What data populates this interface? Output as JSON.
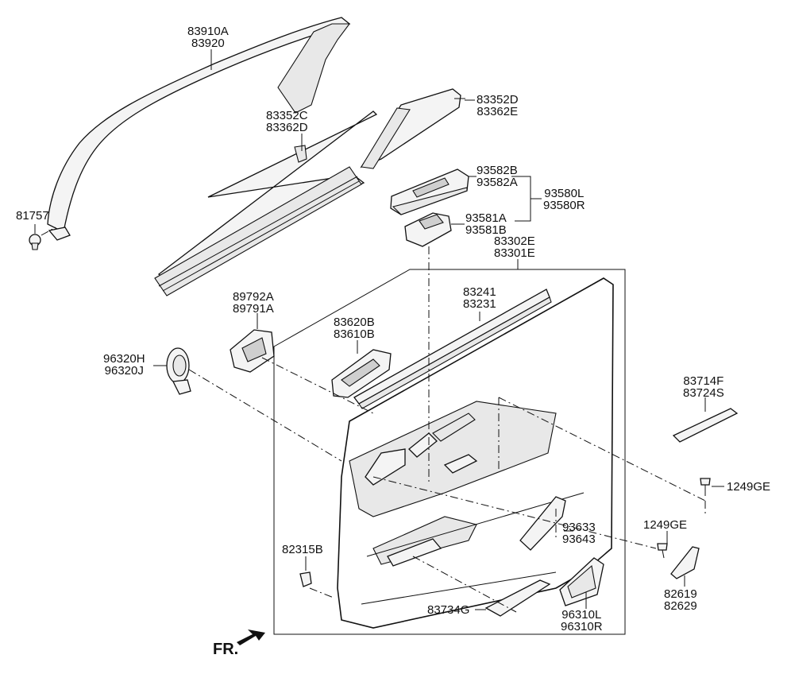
{
  "callouts": [
    {
      "id": "c1",
      "lines": [
        "83910A",
        "83920"
      ]
    },
    {
      "id": "c2",
      "lines": [
        "83352C",
        "83362D"
      ]
    },
    {
      "id": "c3",
      "lines": [
        "83352D",
        "83362E"
      ]
    },
    {
      "id": "c4",
      "lines": [
        "93582B",
        "93582A"
      ]
    },
    {
      "id": "c5",
      "lines": [
        "93580L",
        "93580R"
      ]
    },
    {
      "id": "c6",
      "lines": [
        "93581A",
        "93581B"
      ]
    },
    {
      "id": "c7",
      "lines": [
        "83302E",
        "83301E"
      ]
    },
    {
      "id": "c8",
      "lines": [
        "81757"
      ]
    },
    {
      "id": "c9",
      "lines": [
        "89792A",
        "89791A"
      ]
    },
    {
      "id": "c10",
      "lines": [
        "83241",
        "83231"
      ]
    },
    {
      "id": "c11",
      "lines": [
        "83620B",
        "83610B"
      ]
    },
    {
      "id": "c12",
      "lines": [
        "96320H",
        "96320J"
      ]
    },
    {
      "id": "c13",
      "lines": [
        "83714F",
        "83724S"
      ]
    },
    {
      "id": "c14",
      "lines": [
        "1249GE"
      ]
    },
    {
      "id": "c15",
      "lines": [
        "1249GE"
      ]
    },
    {
      "id": "c16",
      "lines": [
        "93633",
        "93643"
      ]
    },
    {
      "id": "c17",
      "lines": [
        "82315B"
      ]
    },
    {
      "id": "c18",
      "lines": [
        "82619",
        "82629"
      ]
    },
    {
      "id": "c19",
      "lines": [
        "83734G"
      ]
    },
    {
      "id": "c20",
      "lines": [
        "96310L",
        "96310R"
      ]
    }
  ],
  "direction_label": "FR."
}
